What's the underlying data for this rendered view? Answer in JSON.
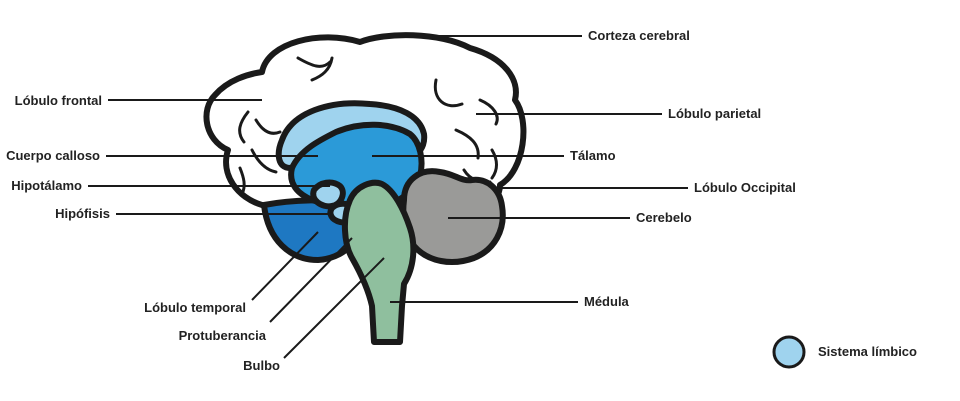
{
  "colors": {
    "cortex": "#ffffff",
    "limbic_light": "#9fd3ee",
    "limbic_medium": "#2b9ad8",
    "limbic_dark": "#1e78c2",
    "brainstem": "#8fbf9e",
    "cerebellum": "#9a9a98",
    "outline": "#1a1a1a"
  },
  "labels": {
    "corteza_cerebral": "Corteza cerebral",
    "lobulo_frontal": "Lóbulo frontal",
    "lobulo_parietal": "Lóbulo parietal",
    "cuerpo_calloso": "Cuerpo calloso",
    "talamo": "Tálamo",
    "hipotalamo": "Hipotálamo",
    "lobulo_occipital": "Lóbulo Occipital",
    "hipofisis": "Hipófisis",
    "cerebelo": "Cerebelo",
    "medula": "Médula",
    "lobulo_temporal": "Lóbulo temporal",
    "protuberancia": "Protuberancia",
    "bulbo": "Bulbo"
  },
  "legend": {
    "label": "Sistema límbico",
    "color": "#9fd3ee"
  }
}
